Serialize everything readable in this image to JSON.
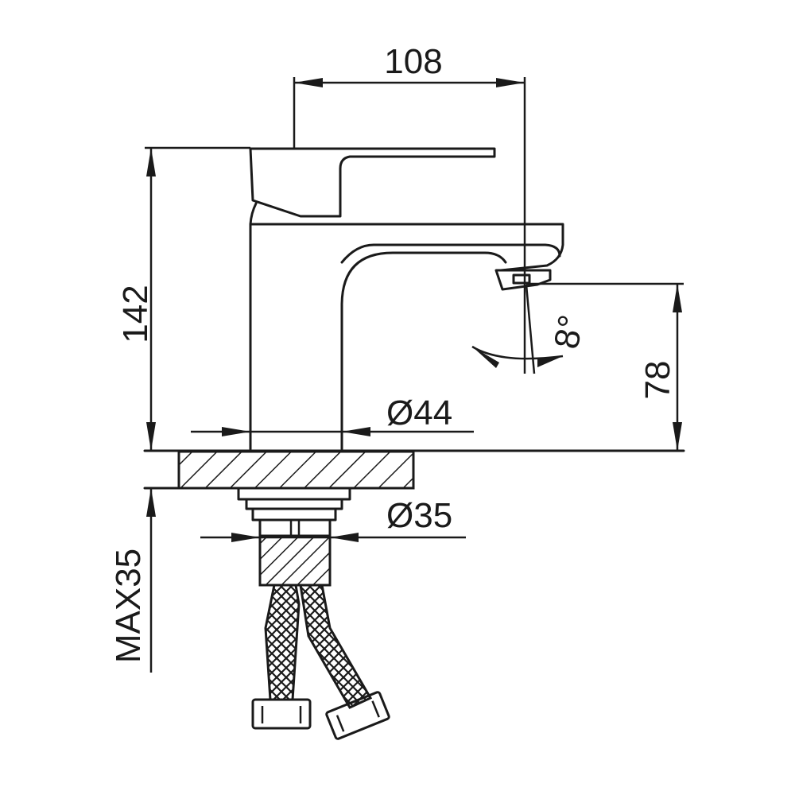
{
  "dimensions": {
    "spout_reach": "108",
    "total_height": "142",
    "spout_height": "78",
    "base_diameter": "Ø44",
    "thread_diameter": "Ø35",
    "max_deck_thickness": "MAX35",
    "aerator_angle": "8°"
  },
  "colors": {
    "line": "#1a1a1a",
    "background": "#ffffff"
  }
}
